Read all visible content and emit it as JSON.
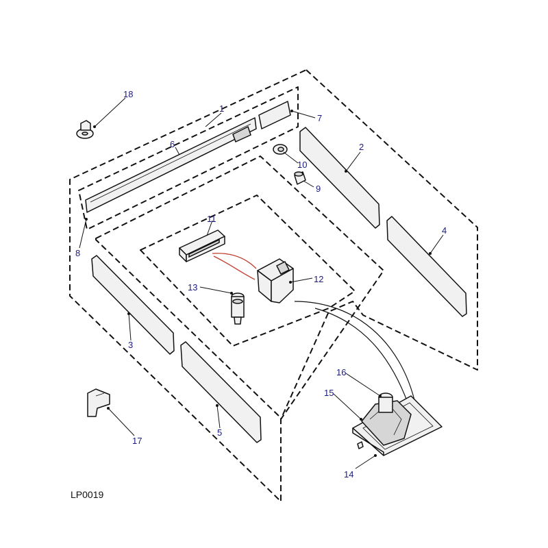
{
  "diagram": {
    "reference_code": "LP0019",
    "part_numbers": {
      "p1": "1",
      "p2": "2",
      "p3": "3",
      "p4": "4",
      "p5": "5",
      "p6": "6",
      "p7": "7",
      "p8": "8",
      "p9": "9",
      "p10": "10",
      "p11": "11",
      "p12": "12",
      "p13": "13",
      "p14": "14",
      "p15": "15",
      "p16": "16",
      "p17": "17",
      "p18": "18"
    },
    "colors": {
      "callout_text": "#1a1a80",
      "wire": "#c0392b"
    }
  }
}
